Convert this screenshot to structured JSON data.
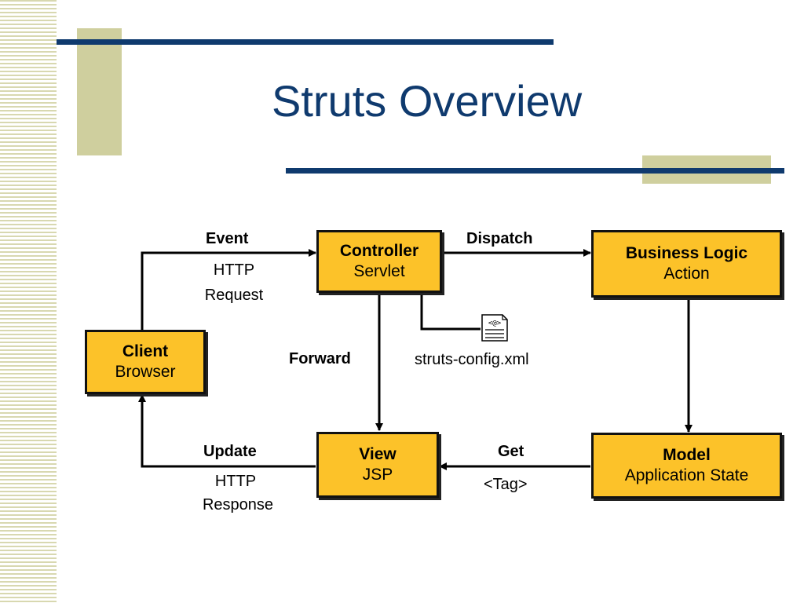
{
  "title": "Struts Overview",
  "nodes": {
    "client": {
      "title": "Client",
      "subtitle": "Browser"
    },
    "controller": {
      "title": "Controller",
      "subtitle": "Servlet"
    },
    "business": {
      "title": "Business Logic",
      "subtitle": "Action"
    },
    "view": {
      "title": "View",
      "subtitle": "JSP"
    },
    "model": {
      "title": "Model",
      "subtitle": "Application State"
    }
  },
  "edges": {
    "event": {
      "label": "Event",
      "sub1": "HTTP",
      "sub2": "Request"
    },
    "dispatch": {
      "label": "Dispatch"
    },
    "forward": {
      "label": "Forward"
    },
    "update": {
      "label": "Update",
      "sub1": "HTTP",
      "sub2": "Response"
    },
    "get": {
      "label": "Get",
      "sub1": "<Tag>"
    }
  },
  "config_file": "struts-config.xml",
  "colors": {
    "title": "#0f3a6e",
    "node_fill": "#fcc229",
    "deco_navy": "#0f3a6e",
    "deco_khaki": "#cfcf9e"
  }
}
